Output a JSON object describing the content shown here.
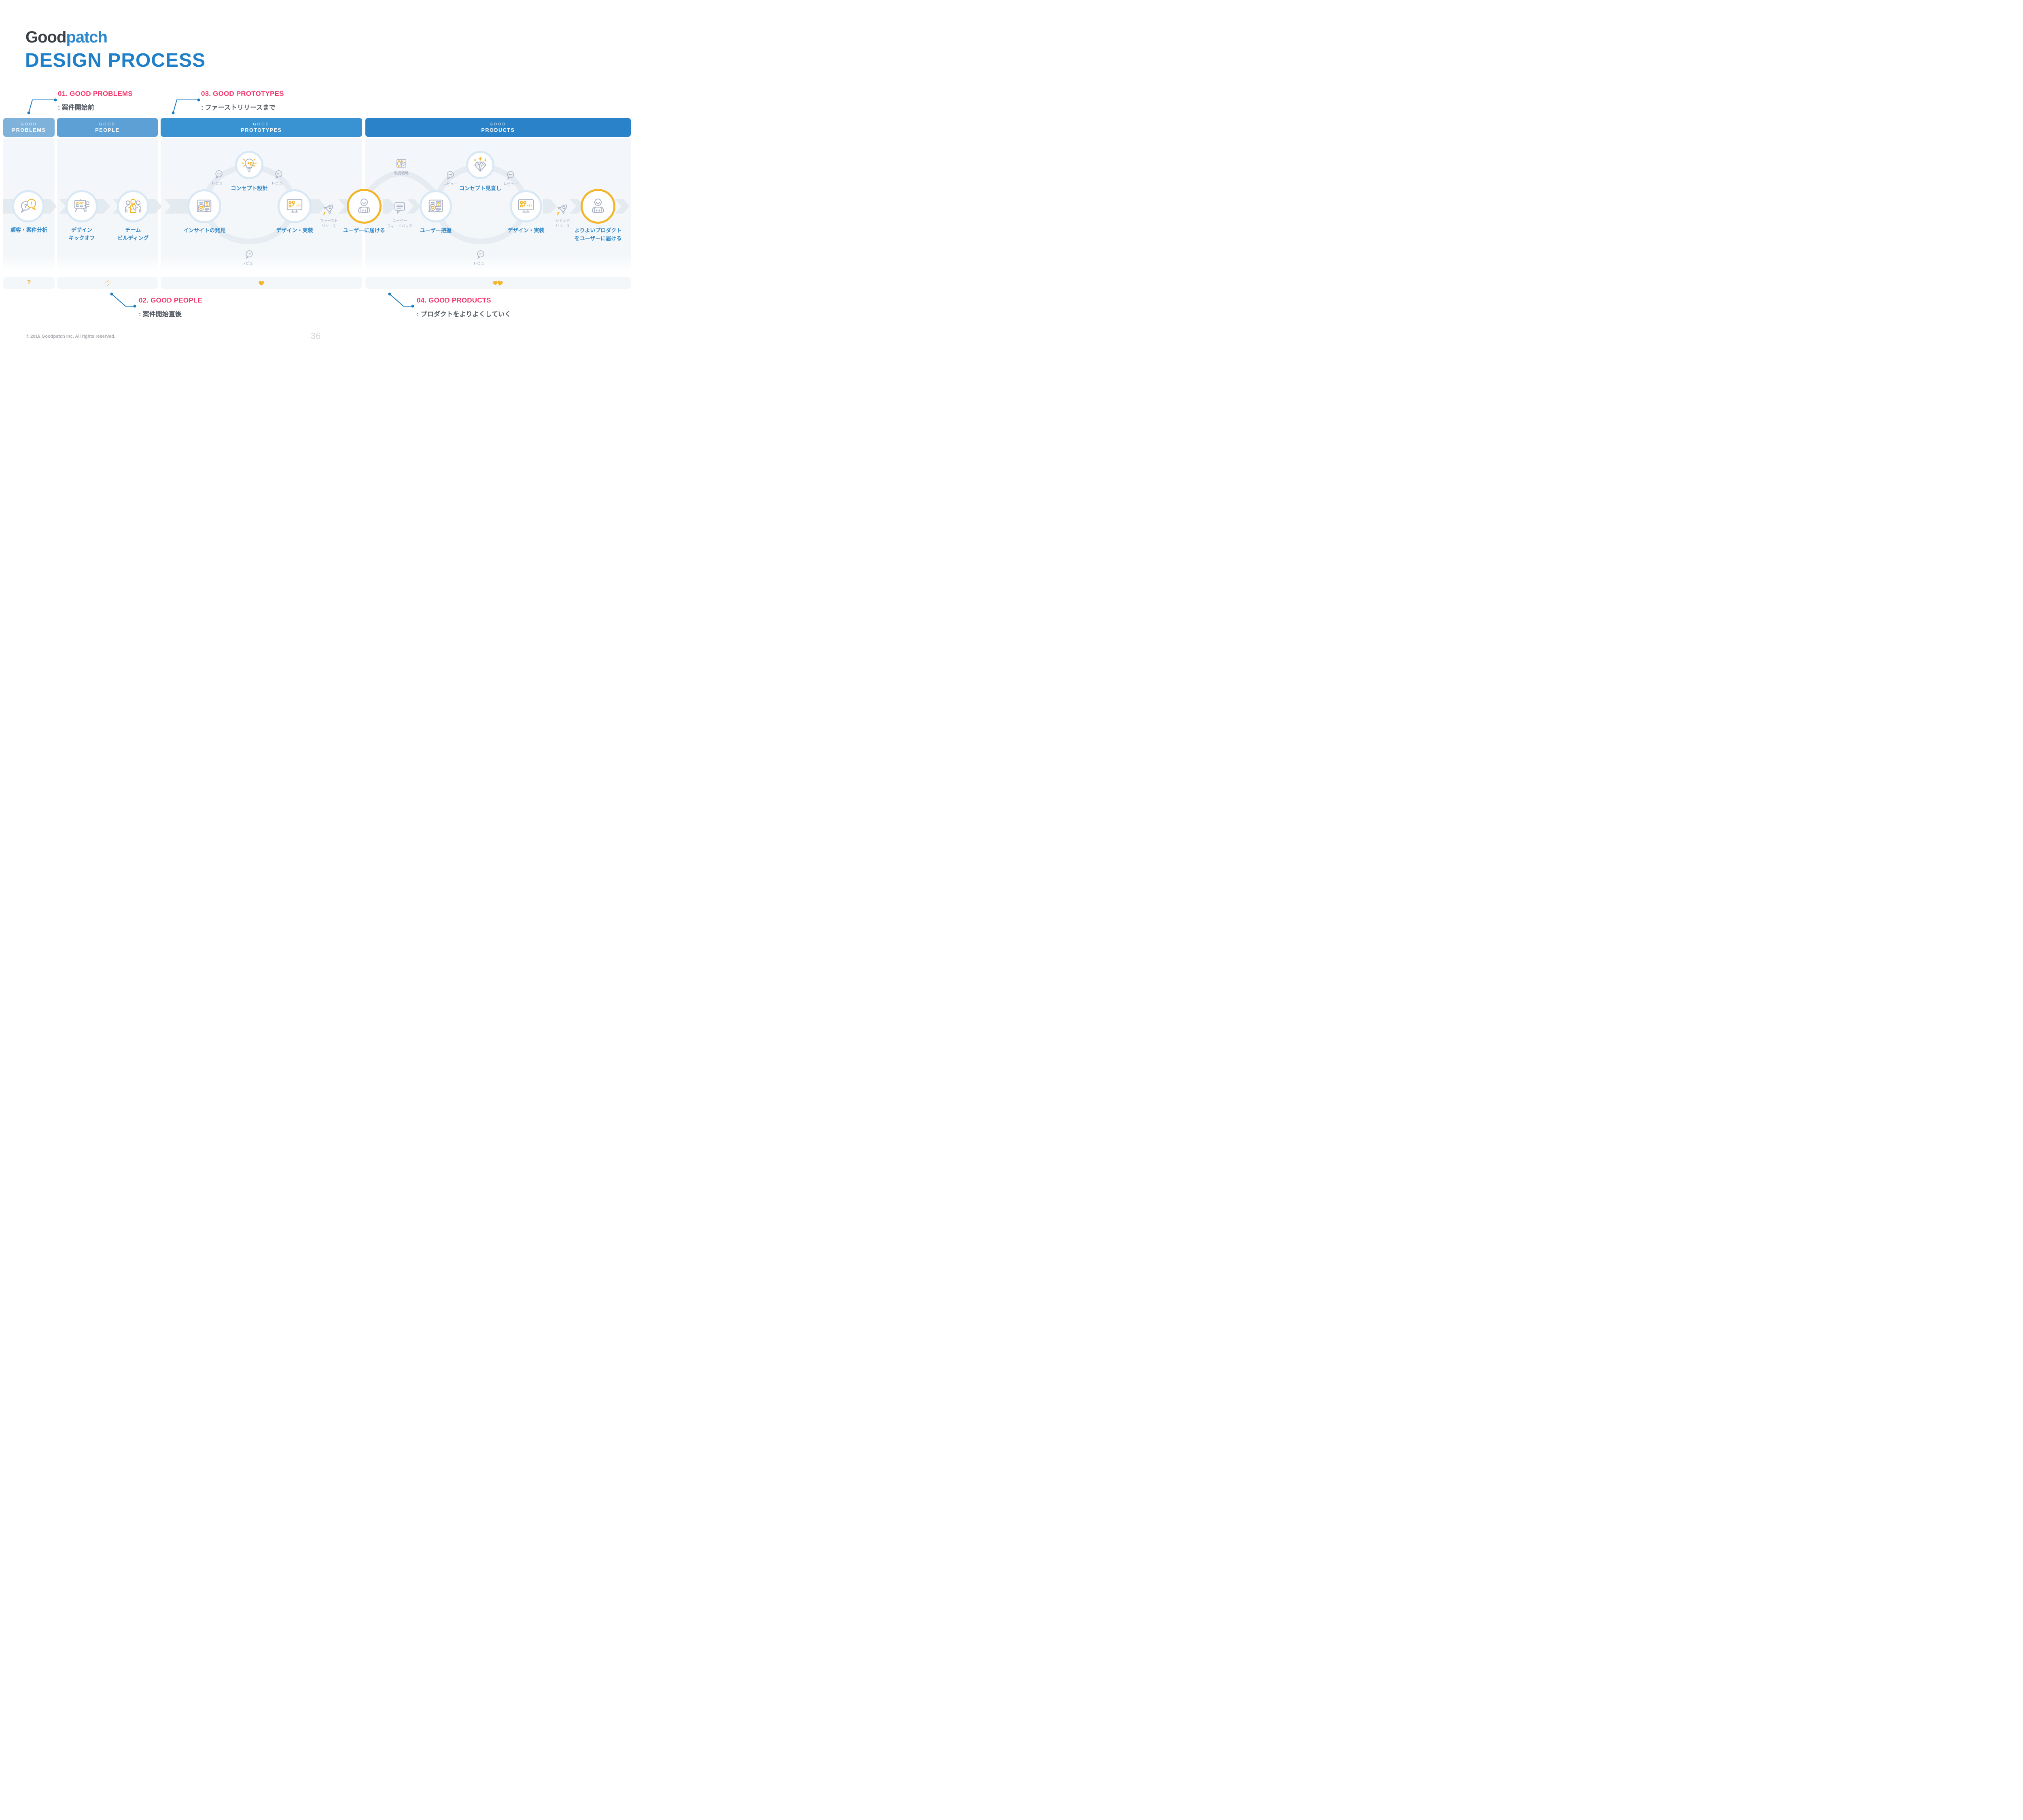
{
  "page": {
    "logo_good": "Good",
    "logo_patch": "patch",
    "title": "DESIGN PROCESS"
  },
  "callouts": {
    "c01": {
      "label": "01. GOOD PROBLEMS",
      "desc": ": 案件開始前"
    },
    "c02": {
      "label": "02. GOOD PEOPLE",
      "desc": ": 案件開始直後"
    },
    "c03": {
      "label": "03. GOOD PROTOTYPES",
      "desc": ": ファーストリリースまで"
    },
    "c04": {
      "label": "04. GOOD PRODUCTS",
      "desc": ": プロダクトをよりよくしていく"
    }
  },
  "columns": {
    "problems": {
      "l1": "GOOD",
      "l2": "PROBLEMS"
    },
    "people": {
      "l1": "GOOD",
      "l2": "PEOPLE"
    },
    "prototypes": {
      "l1": "GOOD",
      "l2": "PROTOTYPES"
    },
    "products": {
      "l1": "GOOD",
      "l2": "PRODUCTS"
    }
  },
  "steps": {
    "analysis": "顧客・案件分析",
    "kickoff_l1": "デザイン",
    "kickoff_l2": "キックオフ",
    "team_l1": "チーム",
    "team_l2": "ビルディング",
    "insight": "インサイトの発見",
    "concept": "コンセプト設計",
    "design": "デザイン・実装",
    "deliver": "ユーザーに届ける",
    "first_release_l1": "ファースト",
    "first_release_l2": "リリース",
    "review": "レビュー",
    "strategy": "製品戦略",
    "feedback_l1": "ユーザー",
    "feedback_l2": "フィードバック",
    "grasp": "ユーザー把握",
    "concept_revisit": "コンセプト見直し",
    "second_release_l1": "セカンド",
    "second_release_l2": "リリース",
    "deliver_better_l1": "よりよいプロダクト",
    "deliver_better_l2": "をユーザーに届ける",
    "question_mark": "?"
  },
  "footer": {
    "copyright": "© 2016 Goodpatch Inc. All rights reserved.",
    "page_number": "36"
  },
  "colors": {
    "accent_pink": "#F2356B",
    "brand_blue": "#1F80C9",
    "accent_yellow": "#F2B52B",
    "header_problems": "#7FB2DB",
    "header_people": "#5CA0D5",
    "header_prototypes": "#3992D1",
    "header_products": "#2A83C8",
    "connector_blue": "#1B7EC2",
    "body_bg": "#F3F6FA"
  }
}
